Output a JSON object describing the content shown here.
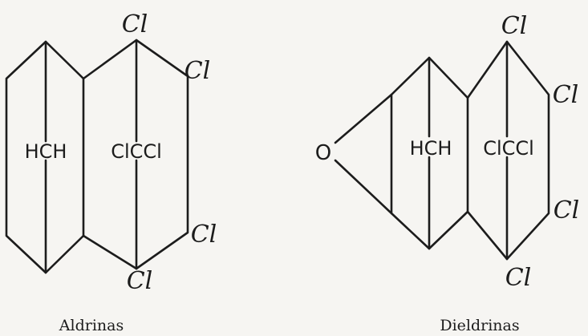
{
  "aldrin": {
    "name": "Aldrinas",
    "bridge_left": "HCH",
    "bridge_right": "ClCCl",
    "cl_top": "Cl",
    "cl_upper_right": "Cl",
    "cl_lower_right": "Cl",
    "cl_bottom": "Cl"
  },
  "dieldrin": {
    "name": "Dieldrinas",
    "oxygen": "O",
    "bridge_left": "HCH",
    "bridge_right": "ClCCl",
    "cl_top": "Cl",
    "cl_upper_right": "Cl",
    "cl_lower_right": "Cl",
    "cl_bottom": "Cl"
  }
}
